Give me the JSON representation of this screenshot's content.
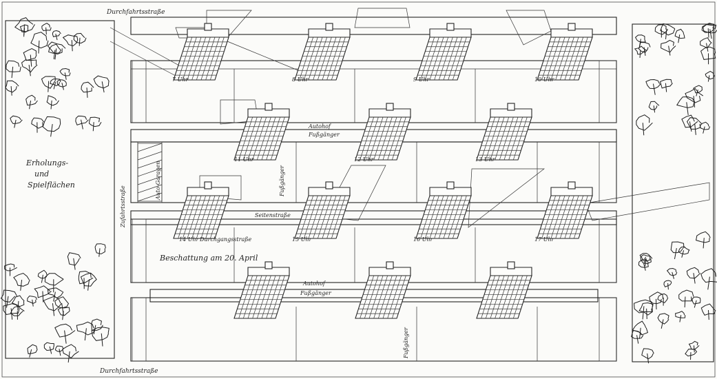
{
  "labels": {
    "street_top": "Durchfahrtsstraße",
    "street_bottom": "Durchfahrtsstraße",
    "recreation": "Erholungs- und Spielflächen",
    "recreation_line1": "Erholungs-",
    "recreation_line2": "und",
    "recreation_line3": "Spielflächen",
    "access_road": "Zufahrtsstraße",
    "auto_garage": "Auto-Garagen",
    "footpath": "Fußgänger",
    "station": "Autohof",
    "footpath_right": "Fußgänger",
    "side_street": "Seitenstraße",
    "through_road": "Durchgangsstraße",
    "shading_note": "Beschattung am 20. April",
    "autohof_1": "Autohof",
    "fussganger_1": "Fußgänger",
    "autohof_2": "Autohof",
    "fussganger_2": "Fußgänger",
    "fussganger_3": "Fußgänger",
    "bottom_path": "Fußgänger"
  },
  "hour_labels": [
    "7 Uhr",
    "8 Uhr",
    "9 Uhr",
    "10 Uhr",
    "11 Uhr",
    "12 Uhr",
    "13 Uhr",
    "14 Uhr",
    "15 Uhr",
    "16 Uhr",
    "17 Uhr"
  ],
  "colors": {
    "paper": "#fbfbf9",
    "ink": "#222222"
  }
}
